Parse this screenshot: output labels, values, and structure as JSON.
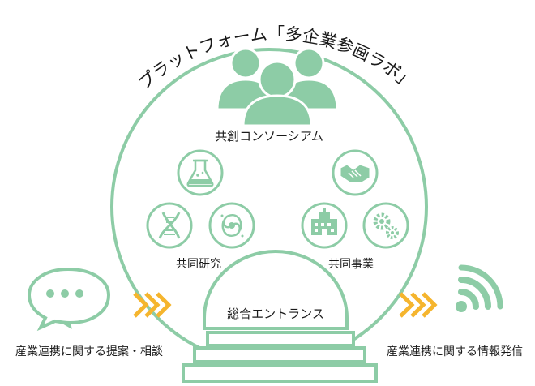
{
  "colors": {
    "green": "#8dcca6",
    "green_dark": "#6fba8c",
    "arrow": "#f5b52e",
    "text": "#1a1a1a"
  },
  "platform_title": "プラットフォーム「多企業参画ラボ」",
  "consortium": {
    "label": "共創コンソーシアム",
    "icon": "people-group-icon"
  },
  "joint_research": {
    "label": "共同研究",
    "icons": [
      "flask-icon",
      "dna-icon",
      "galaxy-icon"
    ]
  },
  "joint_business": {
    "label": "共同事業",
    "icons": [
      "handshake-icon",
      "factory-building-icon",
      "gears-icon"
    ]
  },
  "entrance": {
    "label": "総合エントランス"
  },
  "left": {
    "icon": "chat-bubbles-icon",
    "arrow_icon": "chevron-arrows-icon",
    "label": "産業連携に関する提案・相談"
  },
  "right": {
    "icon": "wifi-signal-icon",
    "arrow_icon": "chevron-arrows-icon",
    "label": "産業連携に関する情報発信"
  }
}
